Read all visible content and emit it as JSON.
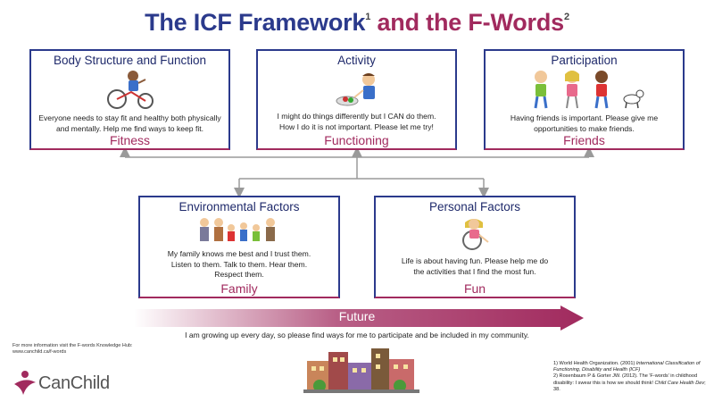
{
  "title": {
    "part1": "The ICF Framework",
    "sup1": "1",
    "part2": "and the F-Words",
    "sup2": "2"
  },
  "boxes": {
    "body": {
      "heading": "Body Structure and Function",
      "text_line1": "Everyone needs to stay fit and healthy both physically",
      "text_line2": "and mentally. Help me find ways to keep fit.",
      "fword": "Fitness"
    },
    "activity": {
      "heading": "Activity",
      "text_line1": "I might do things differently but I CAN do them.",
      "text_line2": "How I do it is not important. Please let me try!",
      "fword": "Functioning"
    },
    "participation": {
      "heading": "Participation",
      "text_line1": "Having friends is important. Please give me",
      "text_line2": "opportunities to make friends.",
      "fword": "Friends"
    },
    "environmental": {
      "heading": "Environmental Factors",
      "text_line1": "My family knows me best and I trust them.",
      "text_line2": "Listen to them. Talk to them. Hear them.",
      "text_line3": "Respect them.",
      "fword": "Family"
    },
    "personal": {
      "heading": "Personal Factors",
      "text_line1": "Life is about having fun. Please help me do",
      "text_line2": "the activities that I find the most fun.",
      "fword": "Fun"
    }
  },
  "future": {
    "label": "Future",
    "text": "I am growing up every day, so please find ways for me to participate and be included in my community."
  },
  "footer": {
    "more_info_line1": "For more information visit the F-words Knowledge Hub:",
    "more_info_line2": "www.canchild.ca/f-words",
    "logo_text": "CanChild",
    "ref1_line1": "1) World Health Organization. (2001)",
    "ref1_italic": "International Classification of Functioning, Disability and Health (ICF)",
    "ref2_line1": "2) Rosenbaum P & Gorter JW. (2012). The 'F-words' in childhood disability: I swear this is how we should think!",
    "ref2_italic": "Child Care Health Dev",
    "ref2_end": "; 38."
  },
  "colors": {
    "navy": "#2b3a8c",
    "magenta": "#a12a5e",
    "connector": "#9a9a9a"
  }
}
